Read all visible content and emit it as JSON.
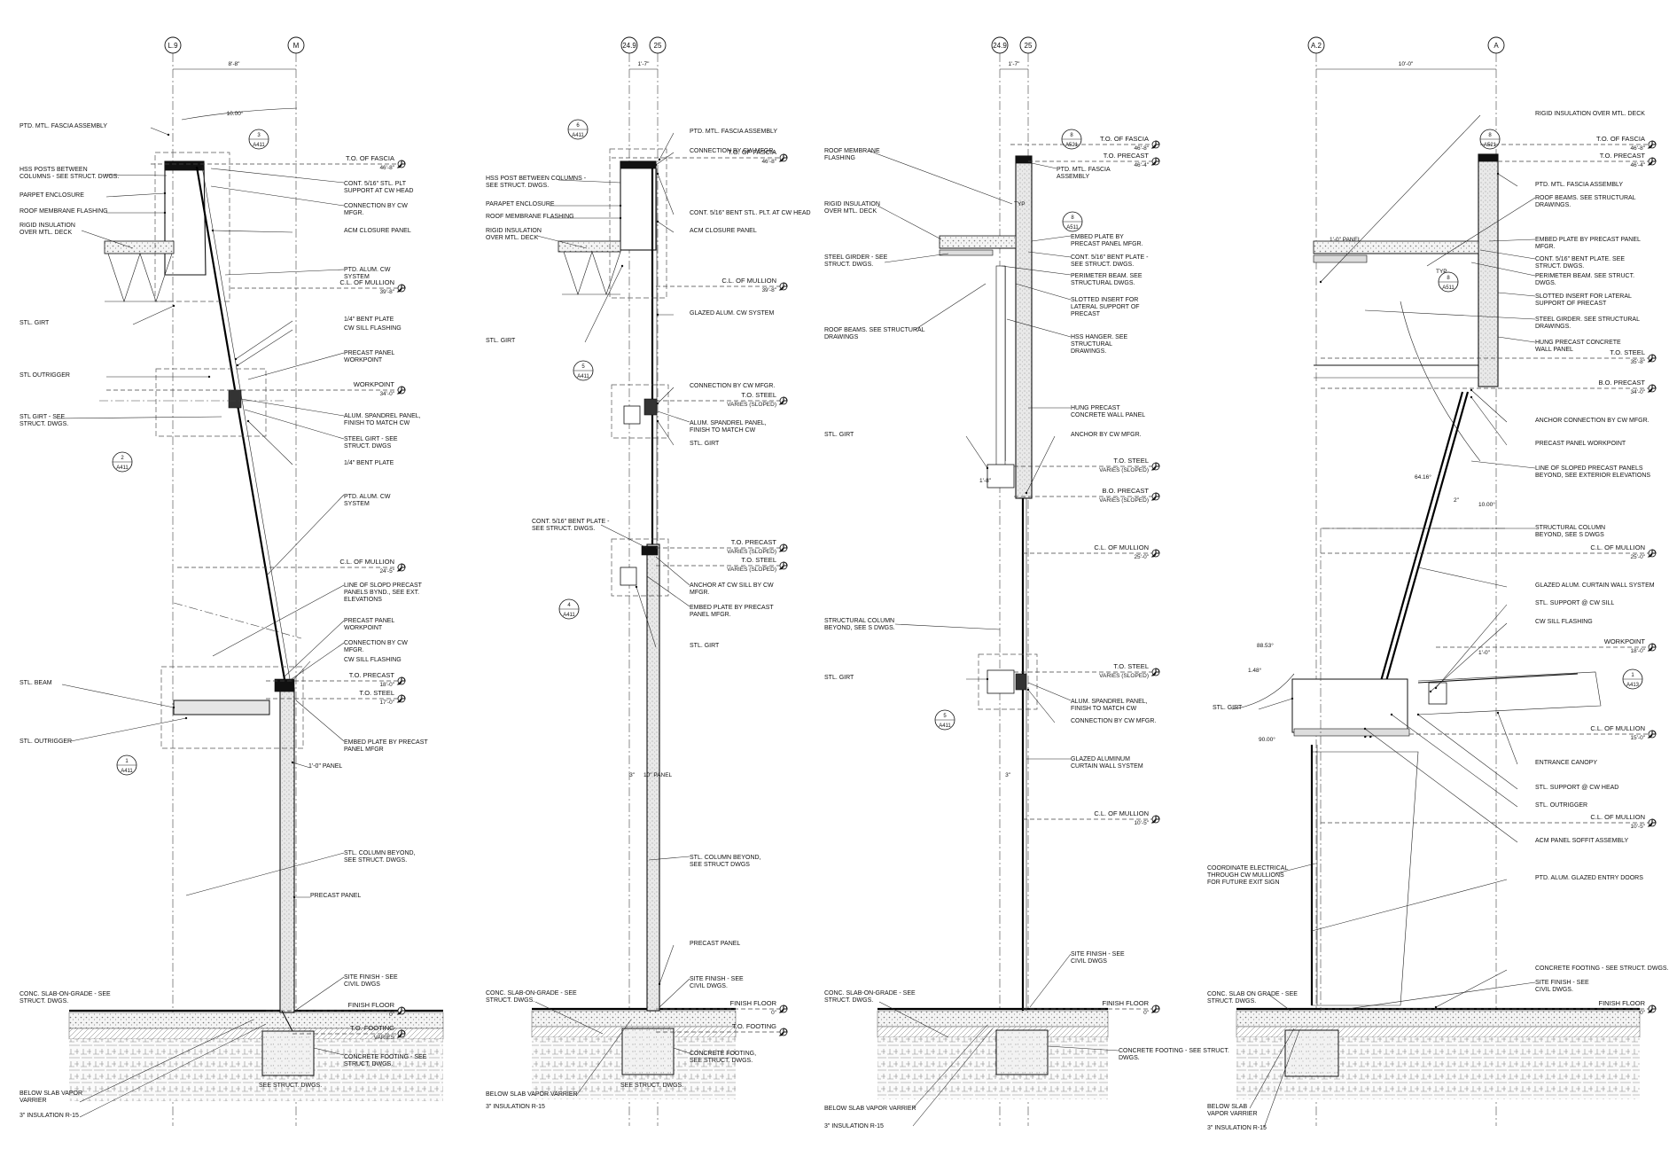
{
  "sections": [
    {
      "id": "s1",
      "grids": [
        "L.9",
        "M"
      ],
      "dims": [
        "8'-8\"",
        "10.00°"
      ],
      "bubbles": [
        {
          "num": "3",
          "sheet": "A411"
        },
        {
          "num": "2",
          "sheet": "A411"
        },
        {
          "num": "1",
          "sheet": "A411"
        }
      ],
      "labels": [
        "PTD. MTL. FASCIA ASSEMBLY",
        "HSS POSTS BETWEEN",
        "COLUMNS - SEE STRUCT. DWGS.",
        "PARPET ENCLOSURE",
        "ROOF MEMBRANE FLASHING",
        "RIGID INSULATION",
        "OVER MTL. DECK",
        "STL. GIRT",
        "STL OUTRIGGER",
        "STL GIRT - SEE",
        "STRUCT. DWGS.",
        "STL. BEAM",
        "STL. OUTRIGGER",
        "CONC. SLAB-ON-GRADE - SEE",
        "STRUCT. DWGS.",
        "BELOW SLAB VAPOR",
        "VARRIER",
        "3\" INSULATION R-15",
        "CONT. 5/16\" STL. PLT",
        "SUPPORT AT CW HEAD",
        "CONNECTION BY CW",
        "MFGR.",
        "ACM CLOSURE PANEL",
        "PTD. ALUM. CW",
        "SYSTEM",
        "1/4\" BENT PLATE",
        "CW SILL FLASHING",
        "PRECAST PANEL",
        "WORKPOINT",
        "ALUM. SPANDREL PANEL,",
        "FINISH TO MATCH CW",
        "STEEL GIRT - SEE",
        "STRUCT. DWGS",
        "1/4\" BENT PLATE",
        "PTD. ALUM. CW",
        "SYSTEM",
        "LINE OF SLOPD PRECAST",
        "PANELS BYND., SEE EXT.",
        "ELEVATIONS",
        "PRECAST PANEL",
        "WORKPOINT",
        "CONNECTION BY CW",
        "MFGR.",
        "CW SILL FLASHING",
        "EMBED PLATE BY PRECAST",
        "PANEL MFGR",
        "1'-0\" PANEL",
        "STL. COLUMN BEYOND,",
        "SEE STRUCT. DWGS.",
        "PRECAST PANEL",
        "SITE FINISH - SEE",
        "CIVIL DWGS",
        "CONCRETE FOOTING - SEE",
        "STRUCT. DWGS.",
        "SEE STRUCT. DWGS."
      ],
      "levels": [
        {
          "name": "T.O. OF FASCIA",
          "val": "46'-8\""
        },
        {
          "name": "C.L. OF MULLION",
          "val": "39'-8\""
        },
        {
          "name": "WORKPOINT",
          "val": "34'-0\""
        },
        {
          "name": "C.L. OF MULLION",
          "val": "24'-5\""
        },
        {
          "name": "T.O. PRECAST",
          "val": "18'-0\""
        },
        {
          "name": "T.O. STEEL",
          "val": "17'-0\""
        },
        {
          "name": "FINISH FLOOR",
          "val": "0\""
        },
        {
          "name": "T.O. FOOTING",
          "val": "VARIES"
        }
      ]
    },
    {
      "id": "s2",
      "grids": [
        "24.9",
        "25"
      ],
      "dims": [
        "1'-7\"",
        "3\"",
        "10\" PANEL"
      ],
      "bubbles": [
        {
          "num": "6",
          "sheet": "A411"
        },
        {
          "num": "5",
          "sheet": "A411"
        },
        {
          "num": "4",
          "sheet": "A411"
        }
      ],
      "labels": [
        "HSS POST BETWEEN COLUMNS -",
        "SEE STRUCT. DWGS.",
        "PARAPET ENCLOSURE",
        "ROOF MEMBRANE FLASHING",
        "RIGID INSULATION",
        "OVER MTL. DECK",
        "STL. GIRT",
        "CONT. 5/16\" BENT PLATE -",
        "SEE STRUCT. DWGS.",
        "CONC. SLAB-ON-GRADE - SEE",
        "STRUCT. DWGS.",
        "BELOW SLAB VAPOR VARRIER",
        "3\" INSULATION R-15",
        "PTD. MTL. FASCIA ASSEMBLY",
        "CONNECTION BY CW MFGR.",
        "CONT. 5/16\" BENT STL. PLT. AT CW HEAD",
        "ACM CLOSURE PANEL",
        "GLAZED ALUM. CW SYSTEM",
        "CONNECTION BY CW MFGR.",
        "ALUM. SPANDREL PANEL,",
        "FINISH TO MATCH CW",
        "STL. GIRT",
        "ANCHOR AT CW SILL BY CW",
        "MFGR.",
        "EMBED PLATE BY PRECAST",
        "PANEL MFGR.",
        "STL. GIRT",
        "STL. COLUMN BEYOND,",
        "SEE STRUCT DWGS",
        "PRECAST PANEL",
        "SITE FINISH - SEE",
        "CIVIL DWGS.",
        "CONCRETE FOOTING,",
        "SEE STRUCT. DWGS.",
        "SEE STRUCT. DWGS."
      ],
      "levels": [
        {
          "name": "T.O. OF FASCIA",
          "val": "46'-8\""
        },
        {
          "name": "C.L. OF MULLION",
          "val": "39'-8\""
        },
        {
          "name": "T.O. STEEL",
          "val": "VARIES (SLOPED)"
        },
        {
          "name": "T.O. PRECAST",
          "val": "VARIES (SLOPED)"
        },
        {
          "name": "T.O. STEEL",
          "val": "VARIES (SLOPED)"
        },
        {
          "name": "FINISH FLOOR",
          "val": "0\""
        },
        {
          "name": "T.O. FOOTING",
          "val": ""
        }
      ]
    },
    {
      "id": "s3",
      "grids": [
        "24.9",
        "25"
      ],
      "dims": [
        "1'-7\"",
        "TYP",
        "1'-8\"",
        "3\""
      ],
      "bubbles": [
        {
          "num": "8",
          "sheet": "A521"
        },
        {
          "num": "8",
          "sheet": "A511"
        },
        {
          "num": "5",
          "sheet": "A411"
        }
      ],
      "labels": [
        "ROOF MEMBRANE",
        "FLASHING",
        "RIGID INSULATION",
        "OVER MTL. DECK",
        "STEEL GIRDER - SEE",
        "STRUCT. DWGS.",
        "ROOF BEAMS. SEE STRUCTURAL",
        "DRAWINGS",
        "STL. GIRT",
        "STRUCTURAL COLUMN",
        "BEYOND, SEE S DWGS.",
        "STL. GIRT",
        "CONC. SLAB-ON-GRADE - SEE",
        "STRUCT. DWGS.",
        "BELOW SLAB VAPOR VARRIER",
        "3\" INSULATION R-15",
        "PTD. MTL. FASCIA",
        "ASSEMBLY",
        "EMBED PLATE BY",
        "PRECAST PANEL MFGR.",
        "CONT. 5/16\" BENT PLATE -",
        "SEE STRUCT. DWGS.",
        "PERIMETER BEAM. SEE",
        "STRUCTURAL DWGS.",
        "SLOTTED INSERT FOR",
        "LATERAL SUPPORT OF",
        "PRECAST",
        "HSS HANGER. SEE",
        "STRUCTURAL",
        "DRAWINGS.",
        "HUNG PRECAST",
        "CONCRETE WALL PANEL",
        "ANCHOR BY CW MFGR.",
        "ALUM. SPANDREL PANEL,",
        "FINISH TO MATCH CW",
        "CONNECTION BY CW MFGR.",
        "GLAZED ALUMINUM",
        "CURTAIN WALL SYSTEM",
        "SITE FINISH - SEE",
        "CIVIL DWGS",
        "CONCRETE FOOTING - SEE STRUCT.",
        "DWGS."
      ],
      "levels": [
        {
          "name": "T.O. OF FASCIA",
          "val": "46'-8\""
        },
        {
          "name": "T.O. PRECAST",
          "val": "46'-4\""
        },
        {
          "name": "T.O. STEEL",
          "val": "VARIES (SLOPED)"
        },
        {
          "name": "B.O. PRECAST",
          "val": "VARIES (SLOPED)"
        },
        {
          "name": "C.L. OF MULLION",
          "val": "25'-0\""
        },
        {
          "name": "T.O. STEEL",
          "val": "VARIES (SLOPED)"
        },
        {
          "name": "C.L. OF MULLION",
          "val": "10'-5\""
        },
        {
          "name": "FINISH FLOOR",
          "val": "0\""
        }
      ]
    },
    {
      "id": "s4",
      "grids": [
        "A.2",
        "A"
      ],
      "dims": [
        "10'-0\"",
        "1'-0\" PANEL",
        "TYP",
        "10.00°",
        "64.16°",
        "88.53°",
        "1.48°",
        "90.00°",
        "1'-0\"",
        "2\""
      ],
      "bubbles": [
        {
          "num": "8",
          "sheet": "A521"
        },
        {
          "num": "8",
          "sheet": "A511"
        },
        {
          "num": "1",
          "sheet": "A413"
        }
      ],
      "labels": [
        "RIGID INSULATION OVER MTL. DECK",
        "PTD. MTL. FASCIA ASSEMBLY",
        "ROOF BEAMS. SEE STRUCTURAL",
        "DRAWINGS.",
        "EMBED PLATE BY PRECAST PANEL",
        "MFGR.",
        "CONT. 5/16\" BENT PLATE. SEE",
        "STRUCT. DWGS.",
        "PERIMETER BEAM. SEE STRUCT.",
        "DWGS.",
        "SLOTTED INSERT FOR LATERAL",
        "SUPPORT OF PRECAST",
        "STEEL GIRDER. SEE STRUCTURAL",
        "DRAWINGS.",
        "HUNG PRECAST CONCRETE",
        "WALL PANEL",
        "ANCHOR CONNECTION BY CW MFGR.",
        "PRECAST PANEL WORKPOINT",
        "LINE OF SLOPED PRECAST PANELS",
        "BEYOND, SEE EXTERIOR ELEVATIONS",
        "STRUCTURAL COLUMN",
        "BEYOND, SEE S DWGS",
        "GLAZED ALUM. CURTAIN WALL SYSTEM",
        "STL. SUPPORT @ CW SILL",
        "CW SILL FLASHING",
        "ENTRANCE CANOPY",
        "STL. SUPPORT @ CW HEAD",
        "STL. OUTRIGGER",
        "ACM PANEL SOFFIT ASSEMBLY",
        "PTD. ALUM. GLAZED ENTRY DOORS",
        "CONCRETE FOOTING - SEE STRUCT. DWGS.",
        "SITE FINISH - SEE",
        "CIVIL DWGS.",
        "STL. GIRT",
        "COORDINATE ELECTRICAL",
        "THROUGH CW MULLIONS",
        "FOR FUTURE EXIT SIGN",
        "CONC. SLAB ON GRADE - SEE",
        "STRUCT. DWGS.",
        "BELOW SLAB",
        "VAPOR VARRIER",
        "3\" INSULATION R-15"
      ],
      "levels": [
        {
          "name": "T.O. OF FASCIA",
          "val": "46'-8\""
        },
        {
          "name": "T.O. PRECAST",
          "val": "46'-4\""
        },
        {
          "name": "T.O. STEEL",
          "val": "35'-8\""
        },
        {
          "name": "B.O. PRECAST",
          "val": "34'-0\""
        },
        {
          "name": "C.L. OF MULLION",
          "val": "25'-0\""
        },
        {
          "name": "WORKPOINT",
          "val": "18'-0\""
        },
        {
          "name": "C.L. OF MULLION",
          "val": "15'-0\""
        },
        {
          "name": "C.L. OF MULLION",
          "val": "10'-5\""
        },
        {
          "name": "FINISH FLOOR",
          "val": "0\""
        }
      ]
    }
  ]
}
